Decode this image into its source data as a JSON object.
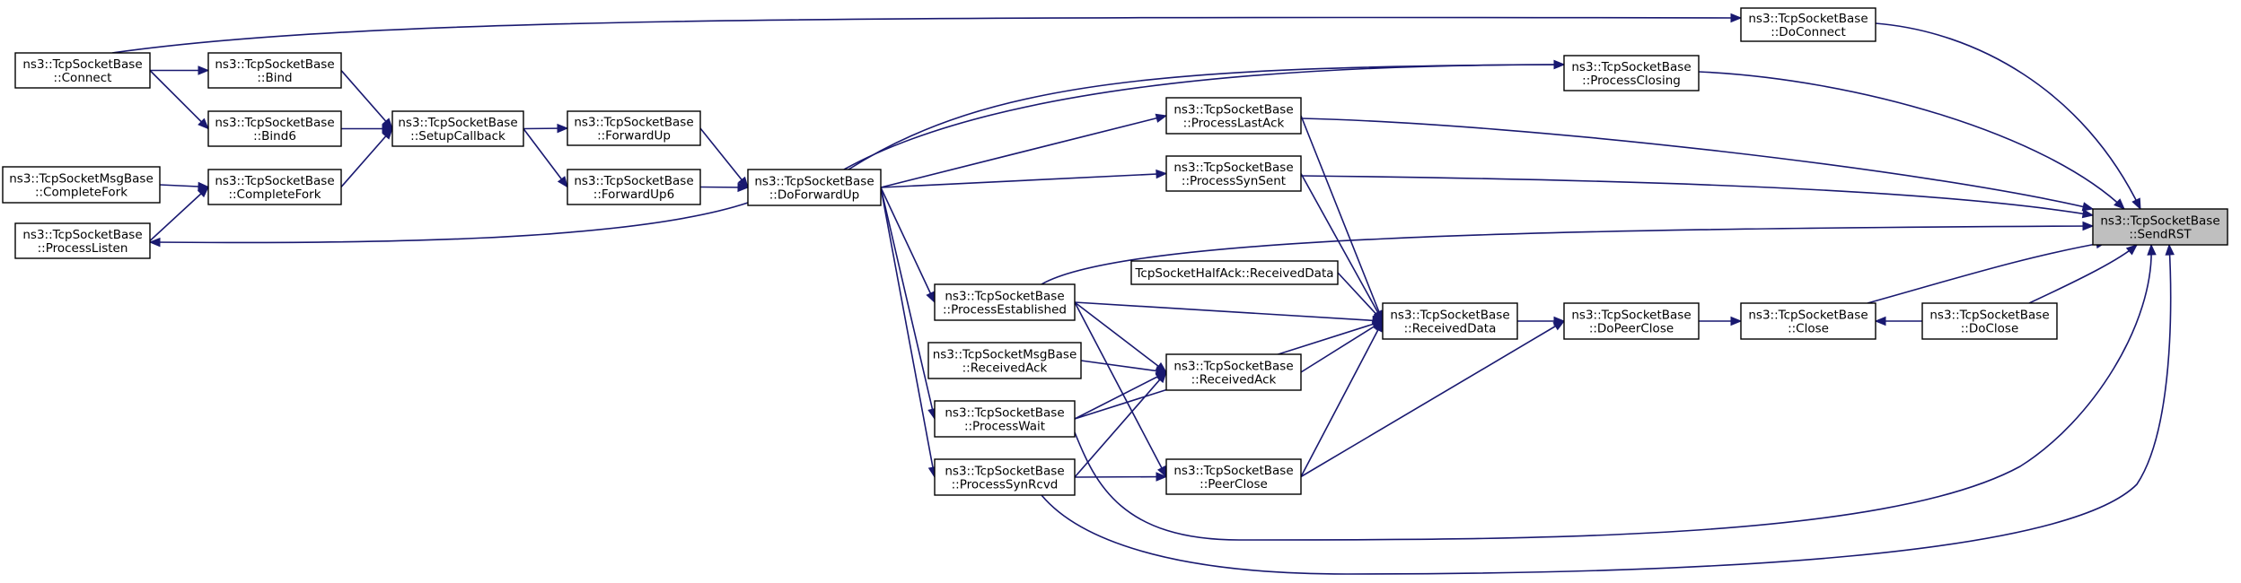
{
  "graph": {
    "nodes": [
      {
        "id": "SendRST",
        "lines": [
          "ns3::TcpSocketBase",
          "::SendRST"
        ],
        "root": true
      },
      {
        "id": "DoConnect",
        "lines": [
          "ns3::TcpSocketBase",
          "::DoConnect"
        ]
      },
      {
        "id": "Connect",
        "lines": [
          "ns3::TcpSocketBase",
          "::Connect"
        ]
      },
      {
        "id": "ProcessClosing",
        "lines": [
          "ns3::TcpSocketBase",
          "::ProcessClosing"
        ]
      },
      {
        "id": "Bind",
        "lines": [
          "ns3::TcpSocketBase",
          "::Bind"
        ]
      },
      {
        "id": "Bind6",
        "lines": [
          "ns3::TcpSocketBase",
          "::Bind6"
        ]
      },
      {
        "id": "SetupCallback",
        "lines": [
          "ns3::TcpSocketBase",
          "::SetupCallback"
        ]
      },
      {
        "id": "ForwardUp",
        "lines": [
          "ns3::TcpSocketBase",
          "::ForwardUp"
        ]
      },
      {
        "id": "ForwardUp6",
        "lines": [
          "ns3::TcpSocketBase",
          "::ForwardUp6"
        ]
      },
      {
        "id": "ProcessLastAck",
        "lines": [
          "ns3::TcpSocketBase",
          "::ProcessLastAck"
        ]
      },
      {
        "id": "MsgCompleteFork",
        "lines": [
          "ns3::TcpSocketMsgBase",
          "::CompleteFork"
        ]
      },
      {
        "id": "CompleteFork",
        "lines": [
          "ns3::TcpSocketBase",
          "::CompleteFork"
        ]
      },
      {
        "id": "DoForwardUp",
        "lines": [
          "ns3::TcpSocketBase",
          "::DoForwardUp"
        ]
      },
      {
        "id": "ProcessSynSent",
        "lines": [
          "ns3::TcpSocketBase",
          "::ProcessSynSent"
        ]
      },
      {
        "id": "ProcessListen",
        "lines": [
          "ns3::TcpSocketBase",
          "::ProcessListen"
        ]
      },
      {
        "id": "HalfAckReceivedData",
        "lines": [
          "TcpSocketHalfAck::ReceivedData"
        ]
      },
      {
        "id": "ProcessEstablished",
        "lines": [
          "ns3::TcpSocketBase",
          "::ProcessEstablished"
        ]
      },
      {
        "id": "ReceivedData",
        "lines": [
          "ns3::TcpSocketBase",
          "::ReceivedData"
        ]
      },
      {
        "id": "DoPeerClose",
        "lines": [
          "ns3::TcpSocketBase",
          "::DoPeerClose"
        ]
      },
      {
        "id": "Close",
        "lines": [
          "ns3::TcpSocketBase",
          "::Close"
        ]
      },
      {
        "id": "DoClose",
        "lines": [
          "ns3::TcpSocketBase",
          "::DoClose"
        ]
      },
      {
        "id": "MsgReceivedAck",
        "lines": [
          "ns3::TcpSocketMsgBase",
          "::ReceivedAck"
        ]
      },
      {
        "id": "ReceivedAck",
        "lines": [
          "ns3::TcpSocketBase",
          "::ReceivedAck"
        ]
      },
      {
        "id": "ProcessWait",
        "lines": [
          "ns3::TcpSocketBase",
          "::ProcessWait"
        ]
      },
      {
        "id": "ProcessSynRcvd",
        "lines": [
          "ns3::TcpSocketBase",
          "::ProcessSynRcvd"
        ]
      },
      {
        "id": "PeerClose",
        "lines": [
          "ns3::TcpSocketBase",
          "::PeerClose"
        ]
      }
    ],
    "edges": [
      {
        "from": "DoConnect",
        "to": "SendRST"
      },
      {
        "from": "ProcessClosing",
        "to": "SendRST"
      },
      {
        "from": "ProcessLastAck",
        "to": "SendRST"
      },
      {
        "from": "DoForwardUp",
        "to": "SendRST"
      },
      {
        "from": "ProcessSynSent",
        "to": "SendRST"
      },
      {
        "from": "ProcessEstablished",
        "to": "SendRST"
      },
      {
        "from": "Close",
        "to": "SendRST"
      },
      {
        "from": "DoClose",
        "to": "SendRST"
      },
      {
        "from": "ProcessWait",
        "to": "SendRST"
      },
      {
        "from": "ProcessSynRcvd",
        "to": "SendRST"
      },
      {
        "from": "Connect",
        "to": "DoConnect"
      },
      {
        "from": "DoForwardUp",
        "to": "ProcessClosing"
      },
      {
        "from": "Connect",
        "to": "Bind"
      },
      {
        "from": "Connect",
        "to": "Bind6"
      },
      {
        "from": "Bind",
        "to": "SetupCallback"
      },
      {
        "from": "Bind6",
        "to": "SetupCallback"
      },
      {
        "from": "CompleteFork",
        "to": "SetupCallback"
      },
      {
        "from": "SetupCallback",
        "to": "ForwardUp"
      },
      {
        "from": "SetupCallback",
        "to": "ForwardUp6"
      },
      {
        "from": "ForwardUp",
        "to": "DoForwardUp"
      },
      {
        "from": "ForwardUp6",
        "to": "DoForwardUp"
      },
      {
        "from": "DoForwardUp",
        "to": "ProcessLastAck"
      },
      {
        "from": "DoForwardUp",
        "to": "ProcessSynSent"
      },
      {
        "from": "DoForwardUp",
        "to": "ProcessListen"
      },
      {
        "from": "DoForwardUp",
        "to": "ProcessEstablished"
      },
      {
        "from": "DoForwardUp",
        "to": "ProcessWait"
      },
      {
        "from": "DoForwardUp",
        "to": "ProcessSynRcvd"
      },
      {
        "from": "MsgCompleteFork",
        "to": "CompleteFork"
      },
      {
        "from": "ProcessListen",
        "to": "CompleteFork"
      },
      {
        "from": "ProcessLastAck",
        "to": "ReceivedData"
      },
      {
        "from": "ProcessSynSent",
        "to": "ReceivedData"
      },
      {
        "from": "HalfAckReceivedData",
        "to": "ReceivedData"
      },
      {
        "from": "ProcessEstablished",
        "to": "ReceivedData"
      },
      {
        "from": "ReceivedAck",
        "to": "ReceivedData"
      },
      {
        "from": "ProcessWait",
        "to": "ReceivedData"
      },
      {
        "from": "PeerClose",
        "to": "ReceivedData"
      },
      {
        "from": "ReceivedData",
        "to": "DoPeerClose"
      },
      {
        "from": "PeerClose",
        "to": "DoPeerClose"
      },
      {
        "from": "DoPeerClose",
        "to": "Close"
      },
      {
        "from": "DoClose",
        "to": "Close"
      },
      {
        "from": "ProcessEstablished",
        "to": "ReceivedAck"
      },
      {
        "from": "MsgReceivedAck",
        "to": "ReceivedAck"
      },
      {
        "from": "ProcessWait",
        "to": "ReceivedAck"
      },
      {
        "from": "ProcessSynRcvd",
        "to": "ReceivedAck"
      },
      {
        "from": "ProcessEstablished",
        "to": "PeerClose"
      },
      {
        "from": "ProcessSynRcvd",
        "to": "PeerClose"
      }
    ]
  },
  "colors": {
    "edge": "#191970",
    "root_fill": "#bfbfbf",
    "node_fill": "#ffffff",
    "node_stroke": "#000000"
  }
}
